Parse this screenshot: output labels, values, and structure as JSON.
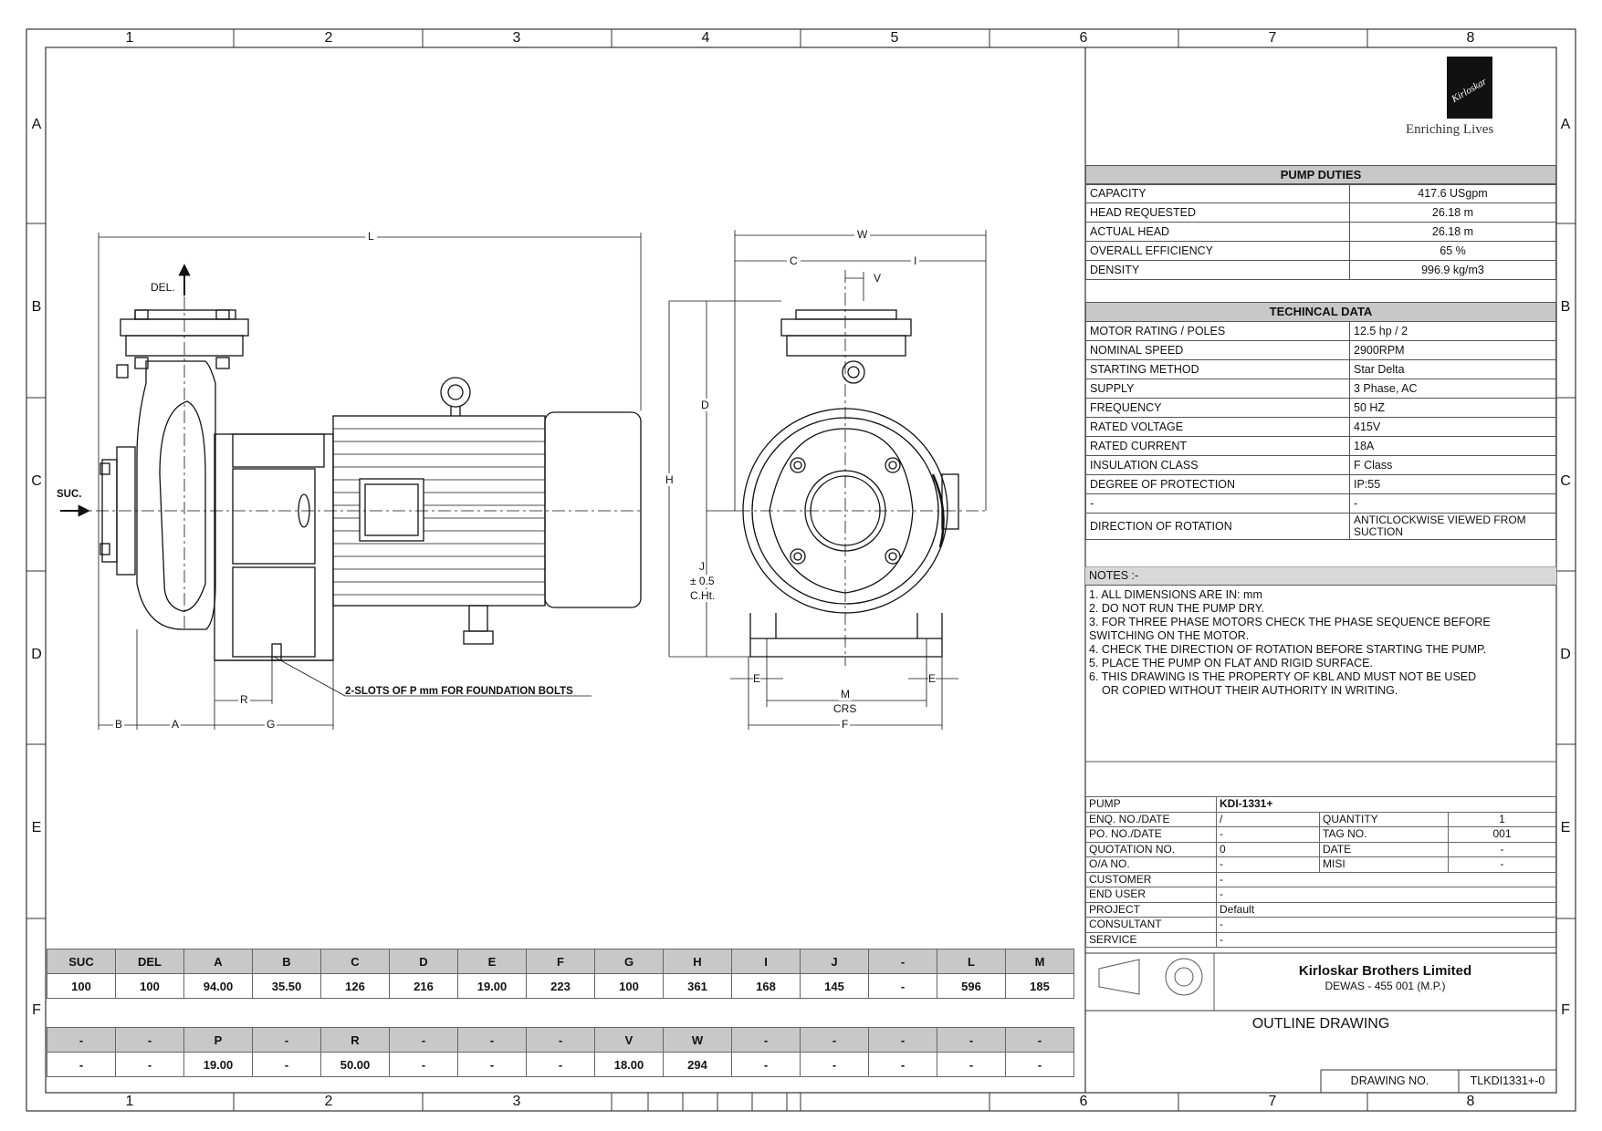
{
  "grid": {
    "columns": [
      "1",
      "2",
      "3",
      "4",
      "5",
      "6",
      "7",
      "8"
    ],
    "rows": [
      "A",
      "B",
      "C",
      "D",
      "E",
      "F"
    ]
  },
  "brand": {
    "logo_text": "Kirloskar",
    "tagline": "Enriching Lives"
  },
  "pump_duties": {
    "title": "PUMP DUTIES",
    "rows": [
      {
        "label": "CAPACITY",
        "value": "417.6 USgpm"
      },
      {
        "label": "HEAD REQUESTED",
        "value": "26.18 m"
      },
      {
        "label": "ACTUAL HEAD",
        "value": "26.18 m"
      },
      {
        "label": "OVERALL EFFICIENCY",
        "value": "65 %"
      },
      {
        "label": "DENSITY",
        "value": "996.9 kg/m3"
      }
    ]
  },
  "technical_data": {
    "title": "TECHINCAL DATA",
    "rows": [
      {
        "label": "MOTOR RATING / POLES",
        "value": "12.5 hp / 2"
      },
      {
        "label": "NOMINAL SPEED",
        "value": "2900RPM"
      },
      {
        "label": "STARTING METHOD",
        "value": "Star Delta"
      },
      {
        "label": "SUPPLY",
        "value": "3 Phase, AC"
      },
      {
        "label": "FREQUENCY",
        "value": "50 HZ"
      },
      {
        "label": "RATED VOLTAGE",
        "value": "415V"
      },
      {
        "label": "RATED CURRENT",
        "value": "18A"
      },
      {
        "label": "INSULATION CLASS",
        "value": "F Class"
      },
      {
        "label": "DEGREE OF PROTECTION",
        "value": "IP:55"
      },
      {
        "label": "-",
        "value": "-"
      },
      {
        "label": "DIRECTION OF ROTATION",
        "value": "ANTICLOCKWISE VIEWED FROM SUCTION"
      }
    ]
  },
  "notes": {
    "title": "NOTES :-",
    "items": [
      "1. ALL DIMENSIONS ARE IN: mm",
      "2. DO NOT RUN THE PUMP DRY.",
      "3. FOR THREE PHASE MOTORS CHECK THE PHASE SEQUENCE BEFORE SWITCHING ON THE MOTOR.",
      "4. CHECK THE DIRECTION OF ROTATION BEFORE STARTING THE PUMP.",
      "5. PLACE THE PUMP ON FLAT AND RIGID SURFACE.",
      "6. THIS DRAWING IS THE PROPERTY OF KBL AND MUST NOT BE USED OR COPIED WITHOUT THEIR AUTHORITY IN WRITING."
    ]
  },
  "project_info": {
    "pump_label": "PUMP",
    "pump_value": "KDI-1331+",
    "rows4": [
      {
        "l1": "ENQ. NO./DATE",
        "v1": "/",
        "l2": "QUANTITY",
        "v2": "1"
      },
      {
        "l1": "PO. NO./DATE",
        "v1": "-",
        "l2": "TAG NO.",
        "v2": "001"
      },
      {
        "l1": "QUOTATION NO.",
        "v1": "0",
        "l2": "DATE",
        "v2": "-"
      },
      {
        "l1": "O/A NO.",
        "v1": "-",
        "l2": "MISI",
        "v2": "-"
      }
    ],
    "rows2": [
      {
        "label": "CUSTOMER",
        "value": "-"
      },
      {
        "label": "END USER",
        "value": "-"
      },
      {
        "label": "PROJECT",
        "value": "Default"
      },
      {
        "label": "CONSULTANT",
        "value": "-"
      },
      {
        "label": "SERVICE",
        "value": "-"
      }
    ]
  },
  "company": {
    "name": "Kirloskar Brothers Limited",
    "address": "DEWAS - 455 001 (M.P.)"
  },
  "drawing": {
    "title": "OUTLINE DRAWING",
    "number_label": "DRAWING NO.",
    "number": "TLKDI1331+-0"
  },
  "dimensions": {
    "table1": {
      "headers": [
        "SUC",
        "DEL",
        "A",
        "B",
        "C",
        "D",
        "E",
        "F",
        "G",
        "H",
        "I",
        "J",
        "-",
        "L",
        "M"
      ],
      "values": [
        "100",
        "100",
        "94.00",
        "35.50",
        "126",
        "216",
        "19.00",
        "223",
        "100",
        "361",
        "168",
        "145",
        "-",
        "596",
        "185"
      ]
    },
    "table2": {
      "headers": [
        "-",
        "-",
        "P",
        "-",
        "R",
        "-",
        "-",
        "-",
        "V",
        "W",
        "-",
        "-",
        "-",
        "-",
        "-"
      ],
      "values": [
        "-",
        "-",
        "19.00",
        "-",
        "50.00",
        "-",
        "-",
        "-",
        "18.00",
        "294",
        "-",
        "-",
        "-",
        "-",
        "-"
      ]
    }
  },
  "drawing_labels": {
    "del": "DEL.",
    "suc": "SUC.",
    "L": "L",
    "W": "W",
    "C": "C",
    "I": "I",
    "V": "V",
    "D": "D",
    "H": "H",
    "J": "J",
    "tol": "± 0.5",
    "cht": "C.Ht.",
    "B": "B",
    "A": "A",
    "G": "G",
    "R": "R",
    "slots": "2-SLOTS OF P mm FOR FOUNDATION BOLTS",
    "E": "E",
    "M": "M",
    "CRS": "CRS",
    "F": "F"
  }
}
